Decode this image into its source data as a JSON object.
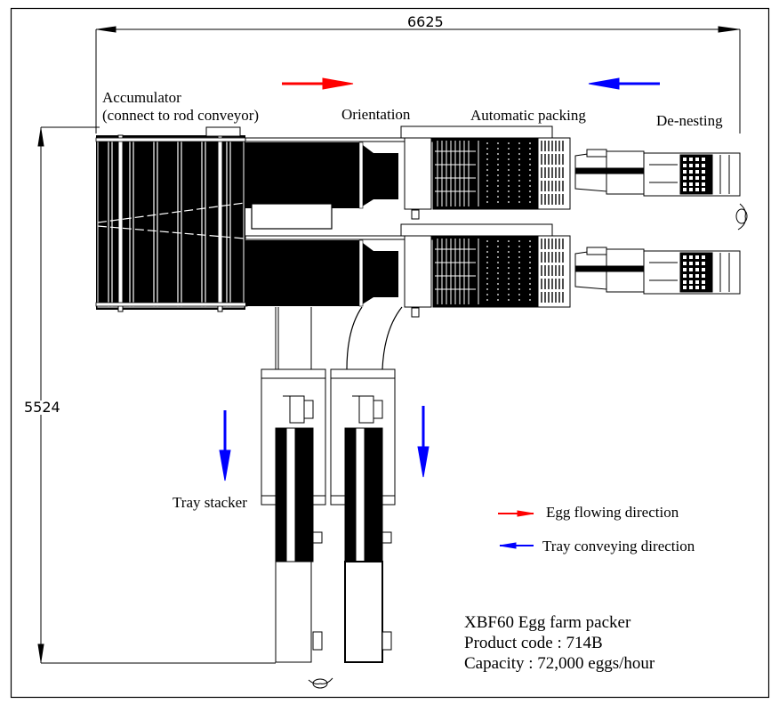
{
  "title_block": {
    "model": "XBF60 Egg farm packer",
    "product_code": "Product code : 714B",
    "capacity": "Capacity : 72,000 eggs/hour"
  },
  "dimensions": {
    "overall_width": "6625",
    "overall_height": "5524"
  },
  "section_labels": {
    "accumulator_line1": "Accumulator",
    "accumulator_line2": "(connect to rod conveyor)",
    "orientation": "Orientation",
    "automatic_packing": "Automatic packing",
    "de_nesting": "De-nesting",
    "tray_stacker": "Tray stacker"
  },
  "legend": [
    {
      "label": "Egg flowing direction",
      "color": "#ff0000",
      "icon": "red-arrow-right"
    },
    {
      "label": "Tray conveying direction",
      "color": "#0000ff",
      "icon": "blue-arrow-left"
    }
  ],
  "colors": {
    "egg_flow": "#ff0000",
    "tray_flow": "#0000ff",
    "line": "#000000"
  }
}
